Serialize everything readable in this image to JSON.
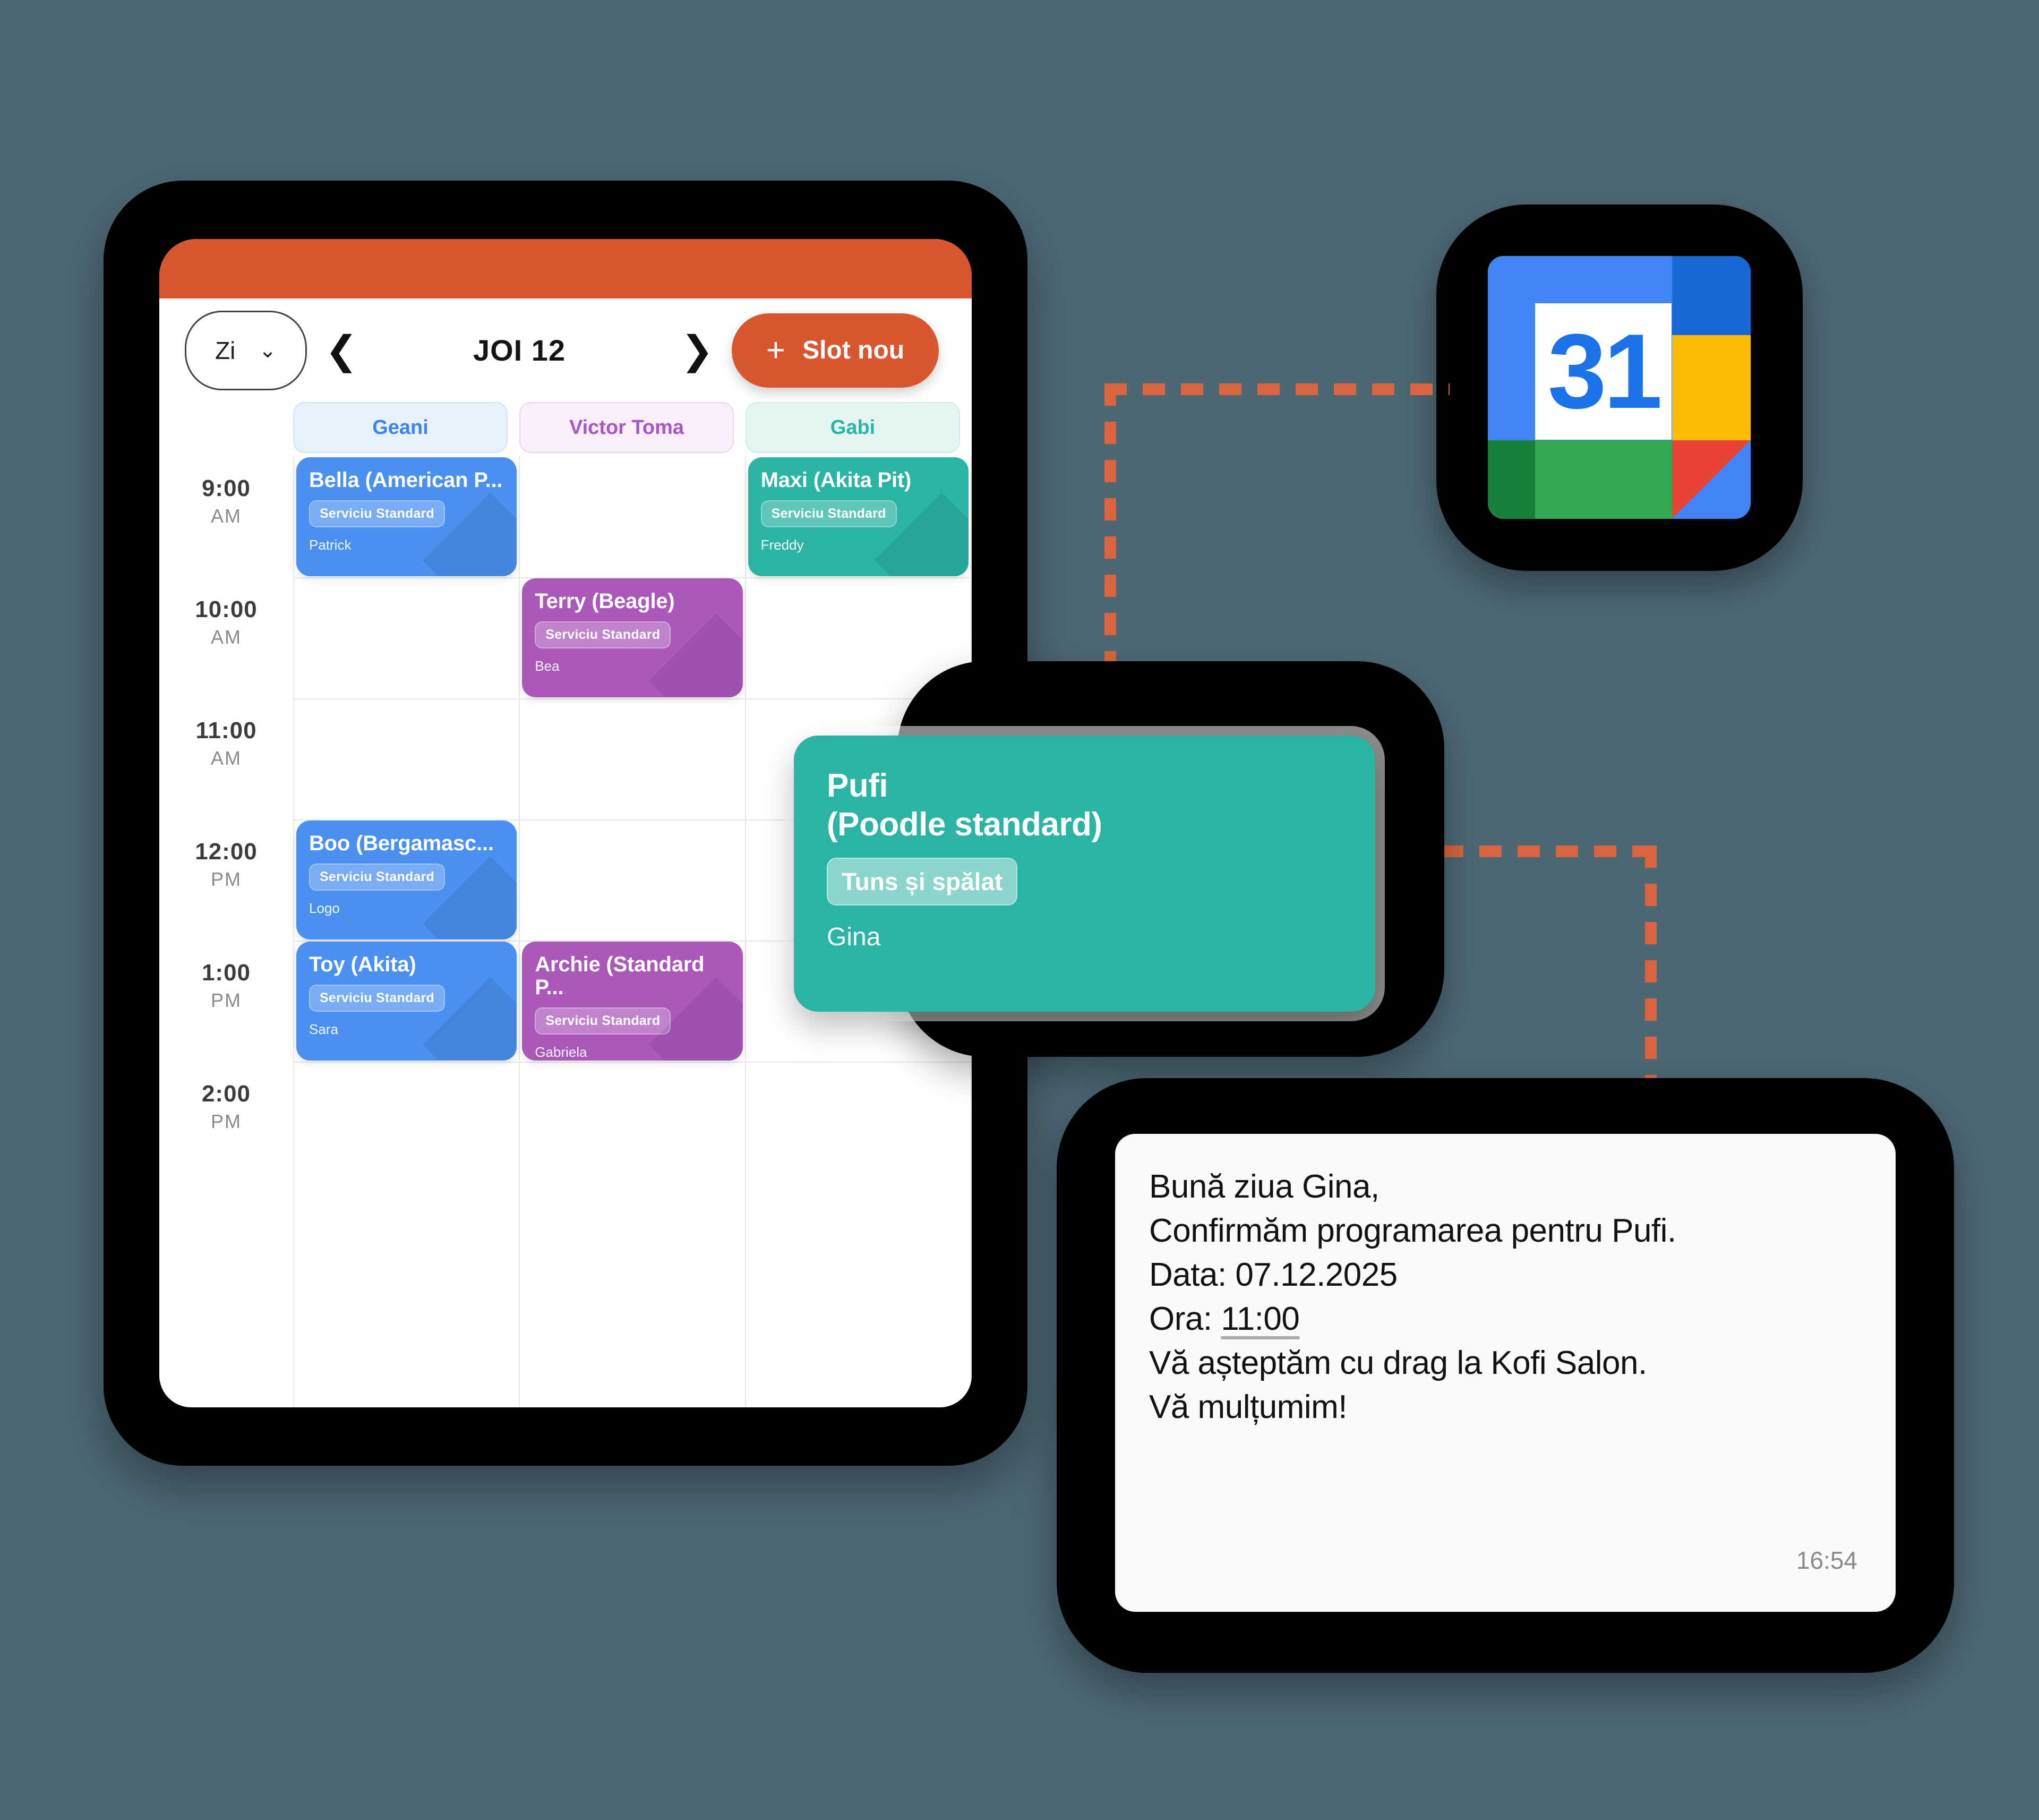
{
  "app": {
    "toolbar": {
      "view_label": "Zi",
      "chevron_icon": "chevron-down-icon",
      "prev_icon": "‹",
      "next_icon": "›",
      "date_title": "JOI 12",
      "new_slot_label": "Slot nou",
      "plus_icon": "+"
    },
    "staff": [
      {
        "name": "Geani",
        "theme": "blue"
      },
      {
        "name": "Victor Toma",
        "theme": "purple"
      },
      {
        "name": "Gabi",
        "theme": "teal"
      }
    ],
    "time_slots": [
      {
        "hour": "9:00",
        "meridiem": "AM"
      },
      {
        "hour": "10:00",
        "meridiem": "AM"
      },
      {
        "hour": "11:00",
        "meridiem": "AM"
      },
      {
        "hour": "12:00",
        "meridiem": "PM"
      },
      {
        "hour": "1:00",
        "meridiem": "PM"
      },
      {
        "hour": "2:00",
        "meridiem": "PM"
      }
    ],
    "events": [
      {
        "title": "Bella (American P...",
        "service": "Serviciu Standard",
        "person": "Patrick",
        "column": 0,
        "slot": 0,
        "theme": "blue"
      },
      {
        "title": "Maxi (Akita Pit)",
        "service": "Serviciu Standard",
        "person": "Freddy",
        "column": 2,
        "slot": 0,
        "theme": "teal"
      },
      {
        "title": "Terry (Beagle)",
        "service": "Serviciu Standard",
        "person": "Bea",
        "column": 1,
        "slot": 1,
        "theme": "purple"
      },
      {
        "title": "Boo (Bergamasc...",
        "service": "Serviciu Standard",
        "person": "Logo",
        "column": 0,
        "slot": 3,
        "theme": "blue"
      },
      {
        "title": "Toy (Akita)",
        "service": "Serviciu Standard",
        "person": "Sara",
        "column": 0,
        "slot": 4,
        "theme": "blue"
      },
      {
        "title": "Archie (Standard P...",
        "service": "Serviciu Standard",
        "person": "Gabriela",
        "column": 1,
        "slot": 4,
        "theme": "purple"
      }
    ]
  },
  "popup": {
    "title": "Pufi\n(Poodle standard)",
    "service": "Tuns și spălat",
    "person": "Gina"
  },
  "gcal": {
    "day_number": "31",
    "icon": "google-calendar-icon"
  },
  "sms": {
    "line1": "Bună ziua Gina,",
    "line2": "Confirmăm programarea pentru Pufi.",
    "line3_label": "Data:",
    "line3_value": "07.12.2025",
    "line4_label": "Ora:",
    "line4_value": "11:00",
    "line5": "Vă așteptăm cu drag la Kofi Salon.",
    "line6": "Vă mulțumim!",
    "time": "16:54"
  },
  "colors": {
    "background": "#4d6874",
    "accent_orange": "#d9562e",
    "connector_orange": "#d9653f",
    "event_blue": "#4a90f0",
    "event_purple": "#ab58bb",
    "event_teal": "#2bb3a3"
  }
}
